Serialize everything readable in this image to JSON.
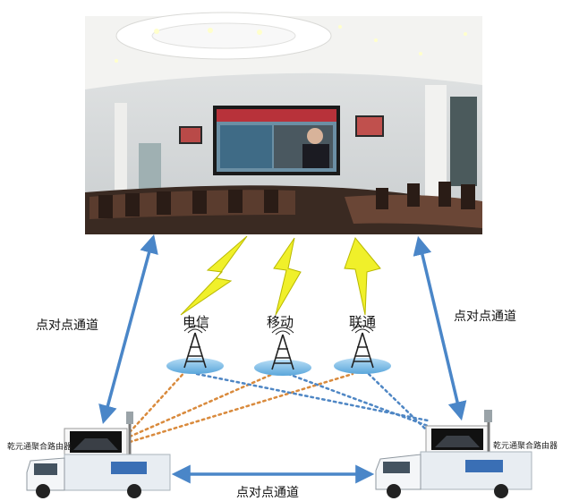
{
  "labels": {
    "p2p_left": "点对点通道",
    "p2p_right": "点对点通道",
    "p2p_bottom": "点对点通道"
  },
  "carriers": [
    {
      "name": "电信"
    },
    {
      "name": "移动"
    },
    {
      "name": "联通"
    }
  ],
  "routers": {
    "left": "乾元通聚合路由器",
    "right": "乾元通聚合路由器"
  },
  "colors": {
    "p2p_arrow": "#4a86c8",
    "lightning": "#f0f02a",
    "lightning_outline": "#b9b900",
    "link_orange": "#d98a3c",
    "link_blue": "#4e86c4",
    "tower": "#222222",
    "cloud": "#7fbfe8",
    "screen_border": "#1a1a1a",
    "room_wall": "#d7dbdc",
    "room_floor": "#3a2a22",
    "truck": "#e8edf2"
  },
  "icons": [
    "lightning-icon",
    "cell-tower-icon",
    "satellite-dish-icon",
    "truck-icon"
  ]
}
